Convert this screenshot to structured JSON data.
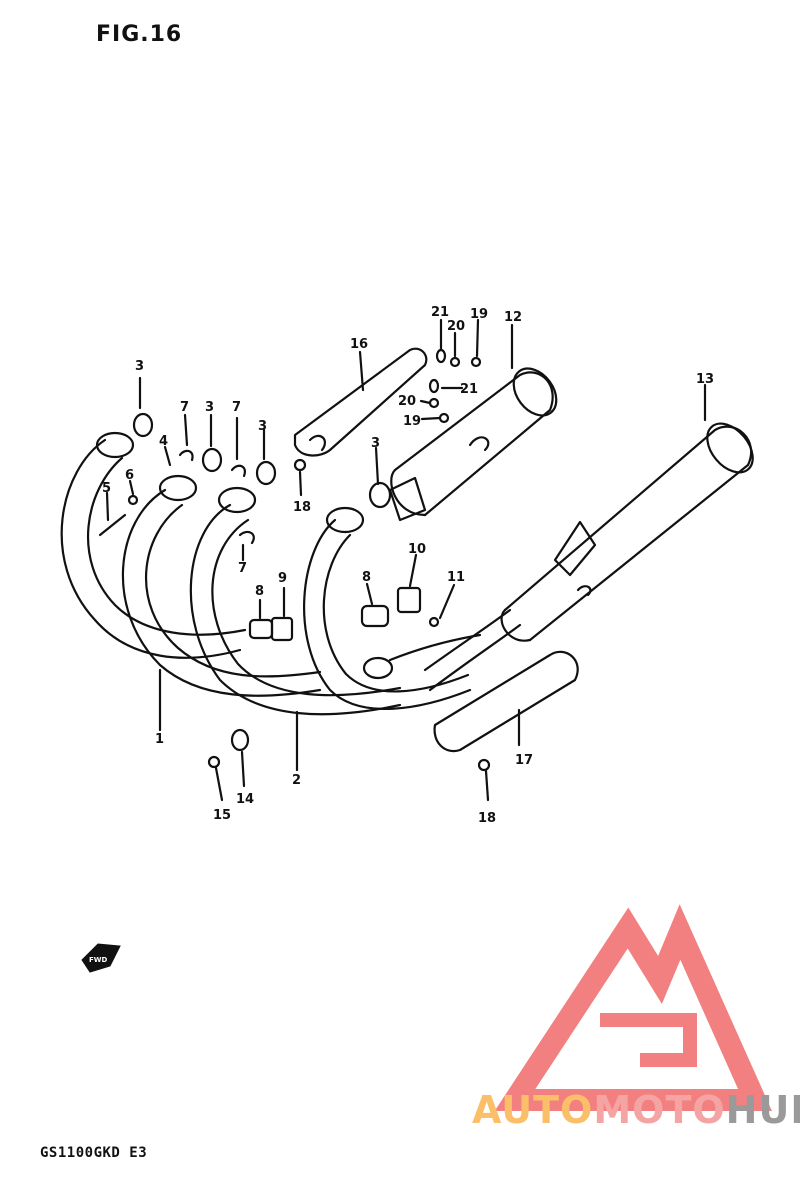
{
  "figure": {
    "title": "FIG.16",
    "model_code": "GS1100GKD E3"
  },
  "callouts": [
    {
      "id": "c3a",
      "text": "3"
    },
    {
      "id": "c7a",
      "text": "7"
    },
    {
      "id": "c3b",
      "text": "3"
    },
    {
      "id": "c7b",
      "text": "7"
    },
    {
      "id": "c3c",
      "text": "3"
    },
    {
      "id": "c4",
      "text": "4"
    },
    {
      "id": "c6",
      "text": "6"
    },
    {
      "id": "c5",
      "text": "5"
    },
    {
      "id": "c7c",
      "text": "7"
    },
    {
      "id": "c16",
      "text": "16"
    },
    {
      "id": "c21a",
      "text": "21"
    },
    {
      "id": "c20a",
      "text": "20"
    },
    {
      "id": "c19a",
      "text": "19"
    },
    {
      "id": "c12",
      "text": "12"
    },
    {
      "id": "c21b",
      "text": "21"
    },
    {
      "id": "c20b",
      "text": "20"
    },
    {
      "id": "c19b",
      "text": "19"
    },
    {
      "id": "c13",
      "text": "13"
    },
    {
      "id": "c3d",
      "text": "3"
    },
    {
      "id": "c18a",
      "text": "18"
    },
    {
      "id": "c8a",
      "text": "8"
    },
    {
      "id": "c9",
      "text": "9"
    },
    {
      "id": "c10",
      "text": "10"
    },
    {
      "id": "c8b",
      "text": "8"
    },
    {
      "id": "c11",
      "text": "11"
    },
    {
      "id": "c1",
      "text": "1"
    },
    {
      "id": "c2",
      "text": "2"
    },
    {
      "id": "c14",
      "text": "14"
    },
    {
      "id": "c15",
      "text": "15"
    },
    {
      "id": "c17",
      "text": "17"
    },
    {
      "id": "c18b",
      "text": "18"
    }
  ],
  "direction_marker": {
    "text": "FWD"
  },
  "watermark": {
    "part1": "AUTO",
    "part2": "MOTO",
    "part3": "HUB",
    "colors": {
      "auto": "#fbbf6a",
      "moto": "#f5a4a4",
      "hub": "#9a9a9a",
      "logo": "#f26b6b"
    }
  }
}
